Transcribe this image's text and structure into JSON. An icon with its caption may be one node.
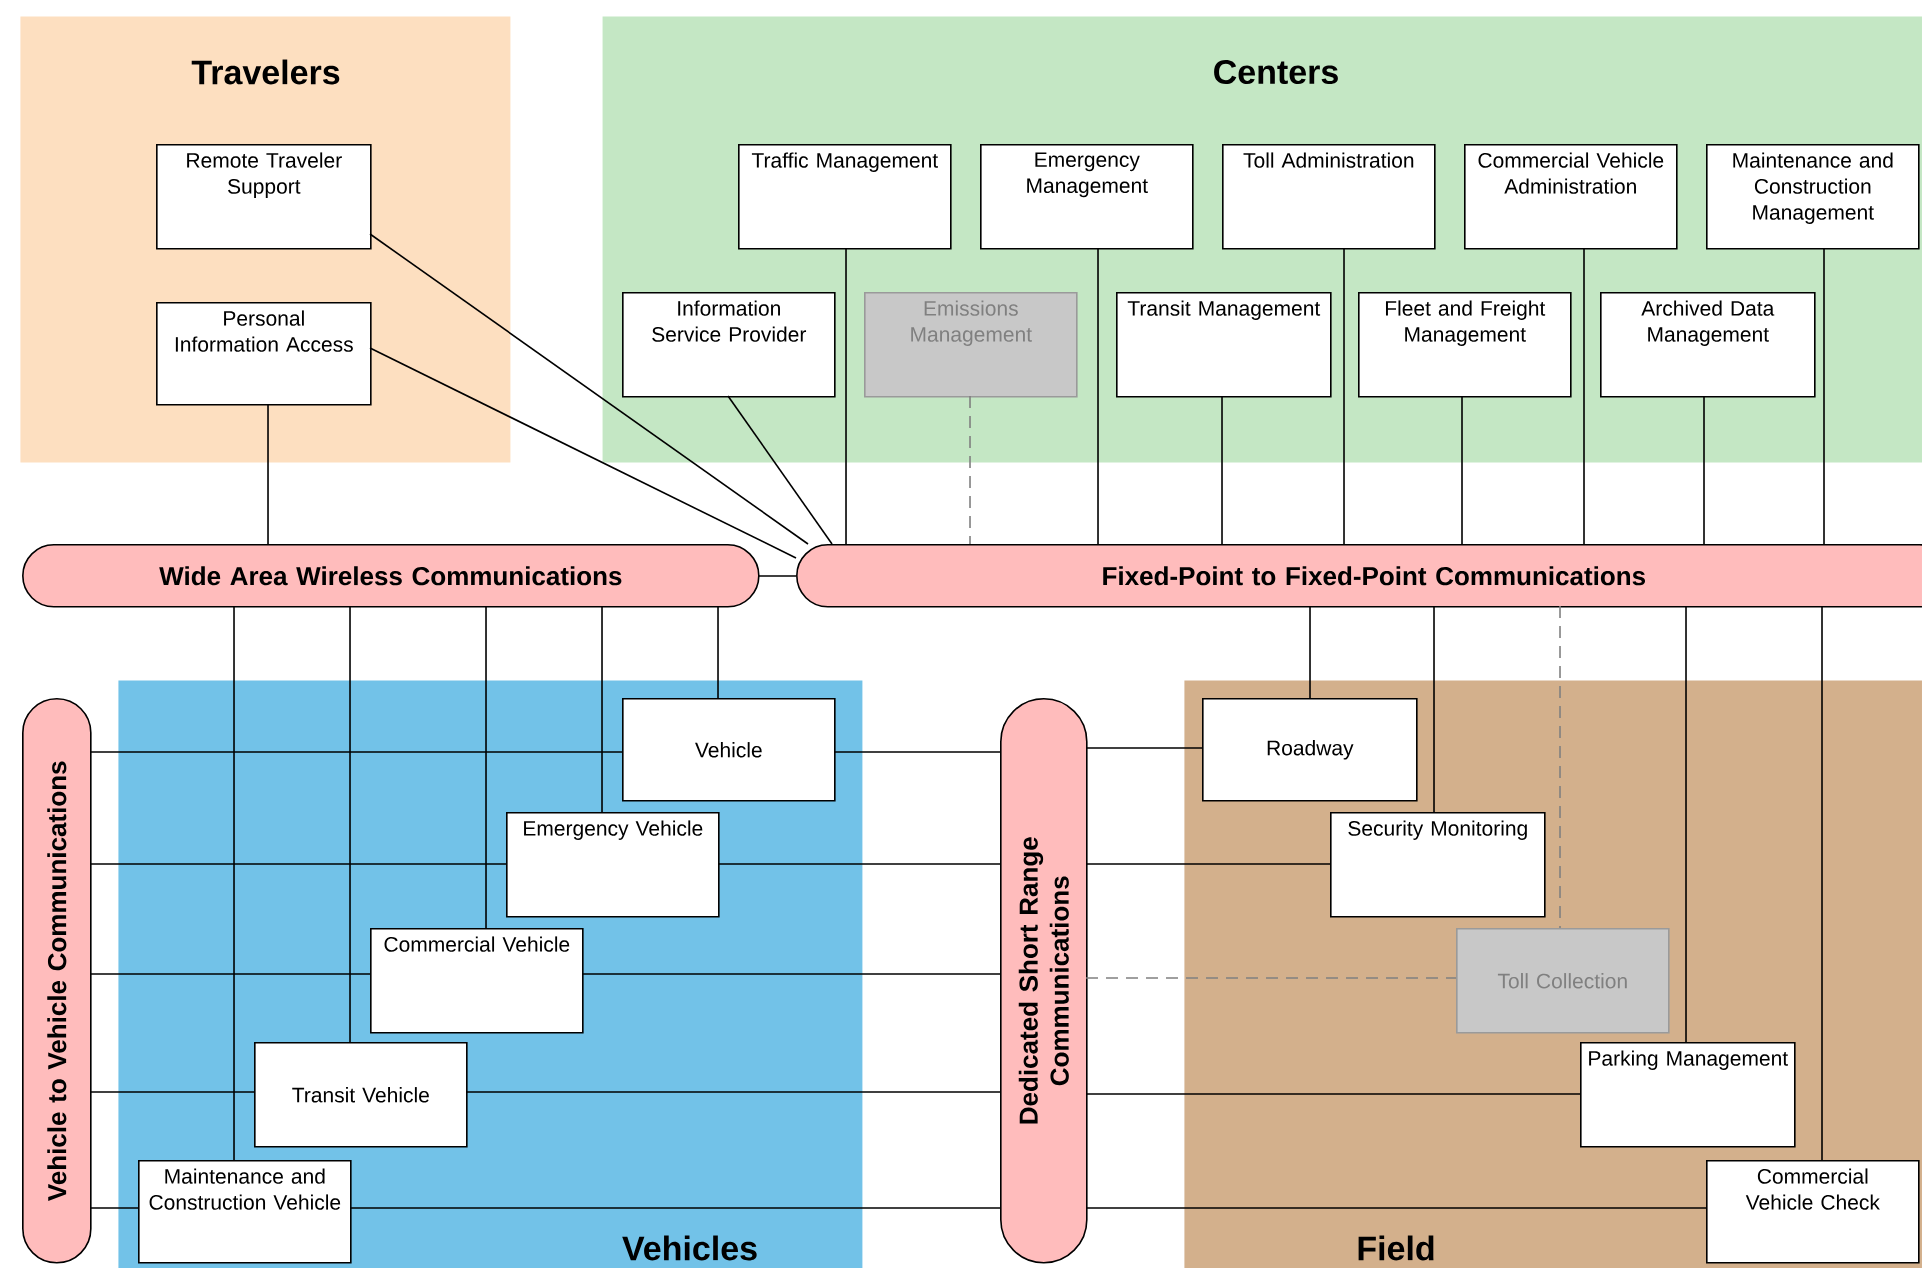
{
  "diagram": {
    "nodes": [
      {
        "text": [
          "Travelers"
        ]
      },
      {
        "text": [
          "Remote Traveler Support"
        ],
        "in": 0
      },
      {
        "text": [
          "Personal Information Access"
        ],
        "in": 0
      },
      {
        "text": [
          "Centers"
        ]
      },
      {
        "text": [
          "Traffic Management"
        ],
        "in": 3
      },
      {
        "text": [
          "Emergency Management"
        ],
        "in": 3
      },
      {
        "text": [
          "Toll Administration"
        ],
        "in": 3
      },
      {
        "text": [
          "Commercial Vehicle Administration"
        ],
        "in": 3
      },
      {
        "text": [
          "Maintenance and Construction Management"
        ],
        "in": 3
      },
      {
        "text": [
          "Information Service Provider"
        ],
        "in": 3
      },
      {
        "text": [
          "Emissions Management"
        ],
        "in": 3
      },
      {
        "text": [
          "Transit Management"
        ],
        "in": 3
      },
      {
        "text": [
          "Fleet and Freight Management"
        ],
        "in": 3
      },
      {
        "text": [
          "Archived Data Management"
        ],
        "in": 3
      },
      {
        "text": [
          "Wide Area Wireless Communications"
        ]
      },
      {
        "text": [
          "Fixed-Point to Fixed-Point Communications"
        ]
      },
      {
        "text": [
          "Vehicle to Vehicle Communications"
        ]
      },
      {
        "text": [
          "Vehicles"
        ]
      },
      {
        "text": [
          "Vehicle"
        ],
        "in": 17
      },
      {
        "text": [
          "Emergency Vehicle"
        ],
        "in": 17
      },
      {
        "text": [
          "Commercial Vehicle"
        ],
        "in": 17
      },
      {
        "text": [
          "Transit Vehicle"
        ],
        "in": 17
      },
      {
        "text": [
          "Maintenance and Construction Vehicle"
        ],
        "in": 17
      },
      {
        "text": [
          "Dedicated Short Range Communications"
        ]
      },
      {
        "text": [
          "Field"
        ]
      },
      {
        "text": [
          "Roadway"
        ],
        "in": 24
      },
      {
        "text": [
          "Security Monitoring"
        ],
        "in": 24
      },
      {
        "text": [
          "Toll Collection"
        ],
        "in": 24
      },
      {
        "text": [
          "Parking Management"
        ],
        "in": 24
      },
      {
        "text": [
          "Commercial Vehicle Check"
        ],
        "in": 24
      }
    ],
    "edges": [
      {
        "from": 1,
        "to": 15,
        "arrow": "none"
      },
      {
        "from": 2,
        "to": 15,
        "arrow": "none"
      },
      {
        "from": 2,
        "to": 14,
        "arrow": "none"
      },
      {
        "from": 9,
        "to": 15,
        "arrow": "none"
      },
      {
        "from": 4,
        "to": 15,
        "arrow": "none"
      },
      {
        "from": 10,
        "to": 15,
        "arrow": "none",
        "style": "dashed",
        "color": "#808080"
      },
      {
        "from": 5,
        "to": 15,
        "arrow": "none"
      },
      {
        "from": 11,
        "to": 15,
        "arrow": "none"
      },
      {
        "from": 6,
        "to": 15,
        "arrow": "none"
      },
      {
        "from": 12,
        "to": 15,
        "arrow": "none"
      },
      {
        "from": 7,
        "to": 15,
        "arrow": "none"
      },
      {
        "from": 13,
        "to": 15,
        "arrow": "none"
      },
      {
        "from": 8,
        "to": 15,
        "arrow": "none"
      },
      {
        "from": 14,
        "to": 15,
        "arrow": "none"
      },
      {
        "from": 14,
        "to": 18,
        "arrow": "none"
      },
      {
        "from": 14,
        "to": 19,
        "arrow": "none"
      },
      {
        "from": 14,
        "to": 20,
        "arrow": "none"
      },
      {
        "from": 14,
        "to": 21,
        "arrow": "none"
      },
      {
        "from": 14,
        "to": 22,
        "arrow": "none"
      },
      {
        "from": 15,
        "to": 25,
        "arrow": "none"
      },
      {
        "from": 15,
        "to": 26,
        "arrow": "none"
      },
      {
        "from": 15,
        "to": 27,
        "arrow": "none",
        "style": "dashed",
        "color": "#808080"
      },
      {
        "from": 15,
        "to": 28,
        "arrow": "none"
      },
      {
        "from": 15,
        "to": 29,
        "arrow": "none"
      },
      {
        "from": 16,
        "to": 18,
        "arrow": "none"
      },
      {
        "from": 16,
        "to": 19,
        "arrow": "none"
      },
      {
        "from": 16,
        "to": 20,
        "arrow": "none"
      },
      {
        "from": 16,
        "to": 21,
        "arrow": "none"
      },
      {
        "from": 16,
        "to": 22,
        "arrow": "none"
      },
      {
        "from": 18,
        "to": 23,
        "arrow": "none"
      },
      {
        "from": 19,
        "to": 23,
        "arrow": "none"
      },
      {
        "from": 20,
        "to": 23,
        "arrow": "none"
      },
      {
        "from": 21,
        "to": 23,
        "arrow": "none"
      },
      {
        "from": 22,
        "to": 23,
        "arrow": "none"
      },
      {
        "from": 23,
        "to": 25,
        "arrow": "none"
      },
      {
        "from": 23,
        "to": 26,
        "arrow": "none"
      },
      {
        "from": 23,
        "to": 27,
        "arrow": "none",
        "style": "dashed",
        "color": "#808080"
      },
      {
        "from": 23,
        "to": 28,
        "arrow": "none"
      },
      {
        "from": 23,
        "to": 29,
        "arrow": "none"
      }
    ]
  }
}
